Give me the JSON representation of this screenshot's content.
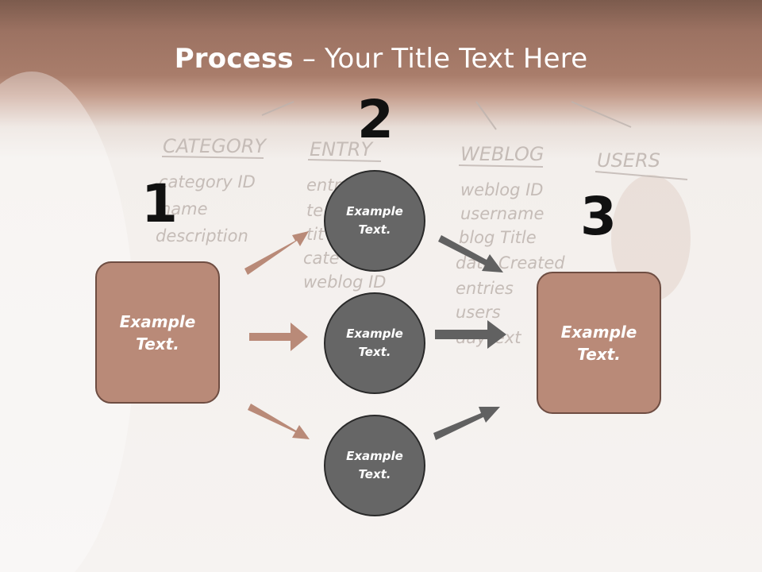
{
  "title": {
    "bold": "Process",
    "rest": " – Your Title Text Here"
  },
  "steps": [
    "1",
    "2",
    "3"
  ],
  "left_box": "Example\nText.",
  "right_box": "Example\nText.",
  "circles": [
    "Example\nText.",
    "Example\nText.",
    "Example\nText."
  ],
  "colors": {
    "header_brown": "#9c7262",
    "box_fill": "#b98a78",
    "box_border": "#6e4d42",
    "circle_fill": "#666666",
    "arrow_brown": "#b98a78",
    "arrow_gray": "#616161"
  },
  "background_sketch": {
    "headings": [
      "CATEGORY",
      "ENTRY",
      "WEBLOG",
      "USERS"
    ],
    "category_fields": [
      "category ID",
      "name",
      "description"
    ],
    "entry_fields": [
      "entry",
      "te",
      "tit",
      "cate",
      "weblog ID"
    ],
    "weblog_fields": [
      "weblog ID",
      "username",
      "blog Title",
      "date Created",
      "entries",
      "users",
      "dayText"
    ]
  }
}
